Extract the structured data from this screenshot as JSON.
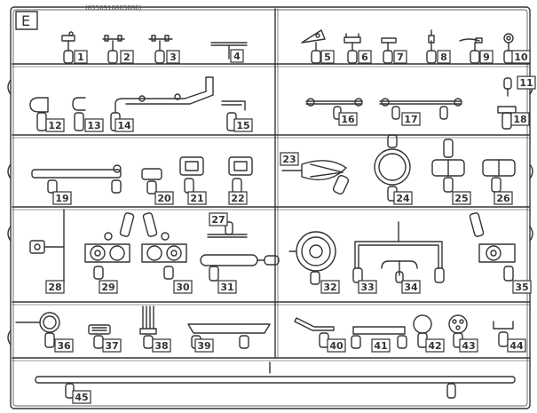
{
  "sheet": {
    "letter": "E",
    "code": "(8550916865086)"
  },
  "parts": [
    "1",
    "2",
    "3",
    "4",
    "5",
    "6",
    "7",
    "8",
    "9",
    "10",
    "11",
    "12",
    "13",
    "14",
    "15",
    "16",
    "17",
    "18",
    "19",
    "20",
    "21",
    "22",
    "23",
    "24",
    "25",
    "26",
    "27",
    "28",
    "29",
    "30",
    "31",
    "32",
    "33",
    "34",
    "35",
    "36",
    "37",
    "38",
    "39",
    "40",
    "41",
    "42",
    "43",
    "44",
    "45"
  ],
  "colors": {
    "line": "#333333",
    "background": "#ffffff"
  }
}
